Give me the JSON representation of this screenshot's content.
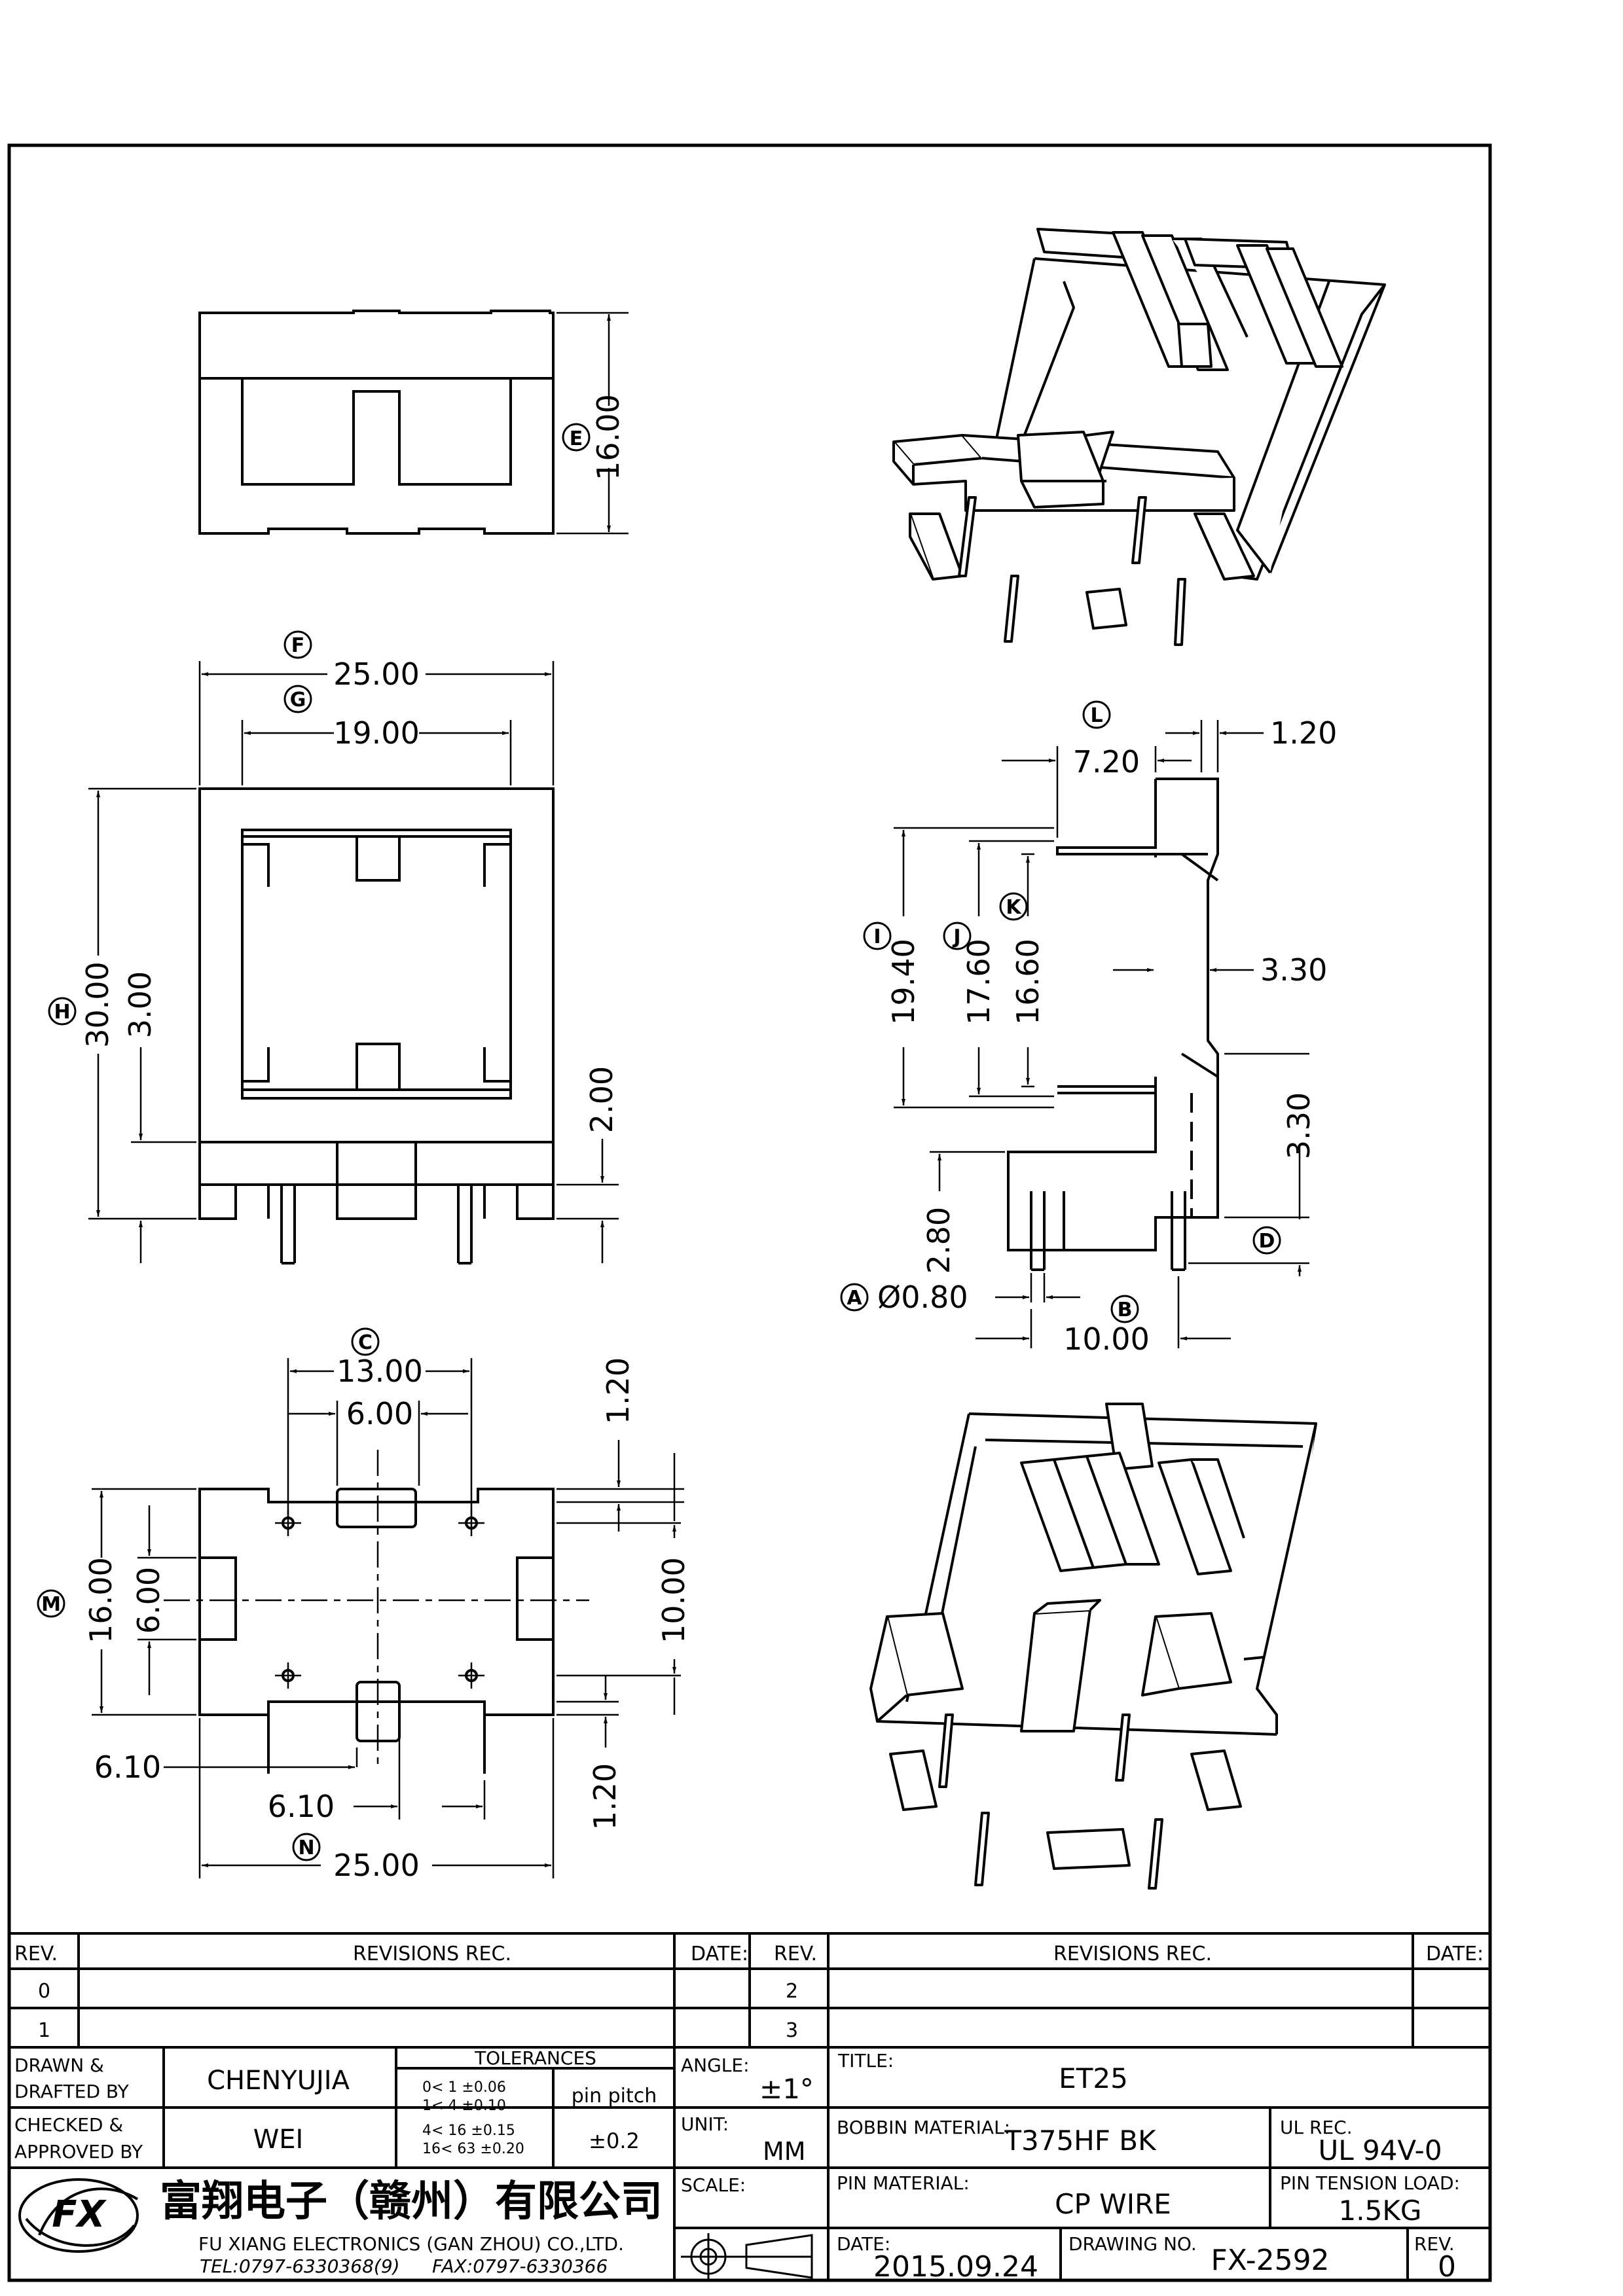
{
  "views": {
    "view1": {
      "marker_E": "E",
      "dim_E": "16.00"
    },
    "view2": {
      "marker_F": "F",
      "dim_F": "25.00",
      "marker_G": "G",
      "dim_G": "19.00",
      "marker_H": "H",
      "dim_H": "30.00",
      "dim_3": "3.00",
      "dim_2": "2.00"
    },
    "view3": {
      "marker_L": "L",
      "dim_720": "7.20",
      "dim_120": "1.20",
      "marker_I": "I",
      "dim_I": "19.40",
      "marker_J": "J",
      "dim_J": "17.60",
      "marker_K": "K",
      "dim_K": "16.60",
      "dim_330a": "3.30",
      "dim_330b": "3.30",
      "dim_280": "2.80",
      "marker_D": "D",
      "marker_A": "A",
      "dim_A": "Ø0.80",
      "marker_B": "B",
      "dim_B": "10.00"
    },
    "view4": {
      "marker_C": "C",
      "dim_C": "13.00",
      "dim_6a": "6.00",
      "dim_120a": "1.20",
      "marker_M": "M",
      "dim_M": "16.00",
      "dim_6b": "6.00",
      "dim_10": "10.00",
      "dim_610a": "6.10",
      "dim_610b": "6.10",
      "dim_120b": "1.20",
      "marker_N": "N",
      "dim_N": "25.00"
    }
  },
  "title_block": {
    "rev_header": "REV.",
    "revisions_header": "REVISIONS   REC.",
    "date_header": "DATE:",
    "rev_0": "0",
    "rev_1": "1",
    "rev_2": "2",
    "rev_3": "3",
    "drawn_label_1": "DRAWN  &",
    "drawn_label_2": "DRAFTED  BY",
    "drawn_value": "CHENYUJIA",
    "checked_label_1": "CHECKED  &",
    "checked_label_2": "APPROVED  BY",
    "checked_value": "WEI",
    "tolerances_label": "TOLERANCES",
    "tol_1": "0<   1   ±0.06",
    "tol_2": "1<   4   ±0.10",
    "tol_3": "4<  16  ±0.15",
    "tol_4": "16<  63  ±0.20",
    "pin_pitch_label": "pin  pitch",
    "pin_pitch_value": "±0.2",
    "angle_label": "ANGLE:",
    "angle_value": "±1°",
    "unit_label": "UNIT:",
    "unit_value": "MM",
    "scale_label": "SCALE:",
    "title_label": "TITLE:",
    "title_value": "ET25",
    "bobbin_label": "BOBBIN  MATERIAL:",
    "bobbin_value": "T375HF  BK",
    "ul_label": "UL  REC.",
    "ul_value": "UL  94V-0",
    "pin_material_label": "PIN  MATERIAL:",
    "pin_material_value": "CP  WIRE",
    "pin_tension_label": "PIN  TENSION  LOAD:",
    "pin_tension_value": "1.5KG",
    "date_label": "DATE:",
    "date_value": "2015.09.24",
    "drawing_no_label": "DRAWING  NO.",
    "drawing_no_value": "FX-2592",
    "rev_label": "REV.",
    "rev_value": "0",
    "company_cn": "富翔电子（赣州）有限公司",
    "company_en": "FU  XIANG  ELECTRONICS  (GAN  ZHOU)  CO.,LTD.",
    "tel": "TEL:0797-6330368(9)",
    "fax": "FAX:0797-6330366",
    "logo_letters": "FX"
  }
}
